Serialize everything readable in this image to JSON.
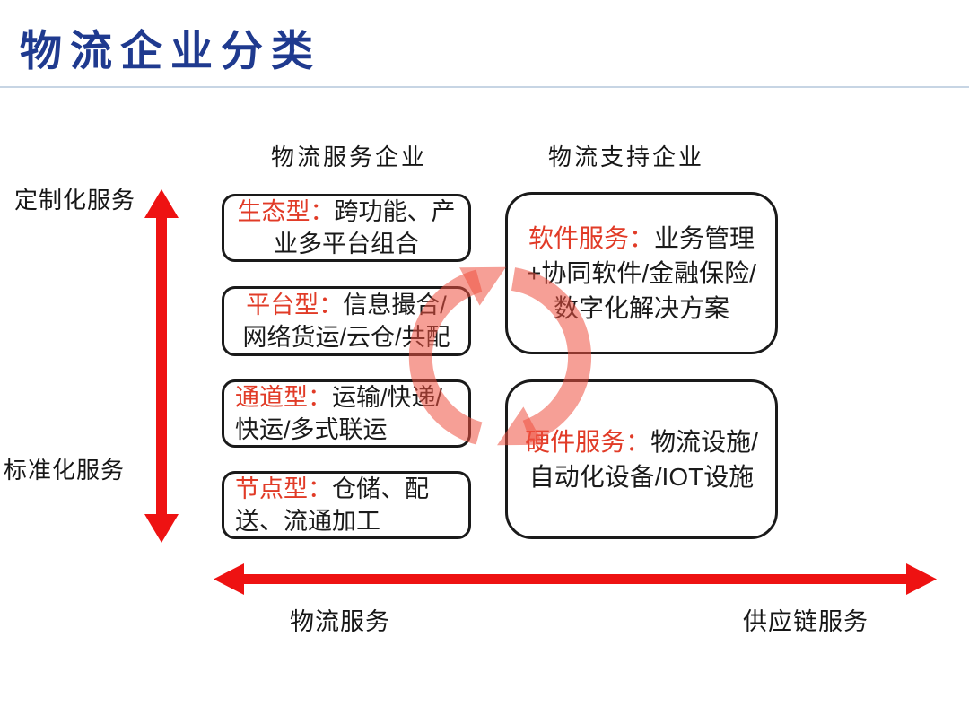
{
  "title": "物流企业分类",
  "column_headers": {
    "left": "物流服务企业",
    "right": "物流支持企业"
  },
  "vertical_axis": {
    "top_label": "定制化服务",
    "bottom_label": "标准化服务"
  },
  "horizontal_axis": {
    "left_label": "物流服务",
    "right_label": "供应链服务"
  },
  "left_boxes": [
    {
      "label": "生态型：",
      "desc": "跨功能、产业多平台组合"
    },
    {
      "label": "平台型：",
      "desc": "信息撮合/网络货运/云仓/共配"
    },
    {
      "label": "通道型：",
      "desc": "运输/快递/快运/多式联运"
    },
    {
      "label": "节点型：",
      "desc": "仓储、配送、流通加工"
    }
  ],
  "right_boxes": [
    {
      "label": "软件服务：",
      "desc": "业务管理+协同软件/金融保险/数字化解决方案"
    },
    {
      "label": "硬件服务：",
      "desc": "物流设施/自动化设备/IOT设施"
    }
  ],
  "colors": {
    "title_blue": "#1F3A8F",
    "label_red": "#E13B27",
    "arrow_red": "#EE1212",
    "cycle_salmon": "rgba(238,80,64,0.55)",
    "divider": "#C7D5E4",
    "box_border": "#1A1A1A"
  }
}
